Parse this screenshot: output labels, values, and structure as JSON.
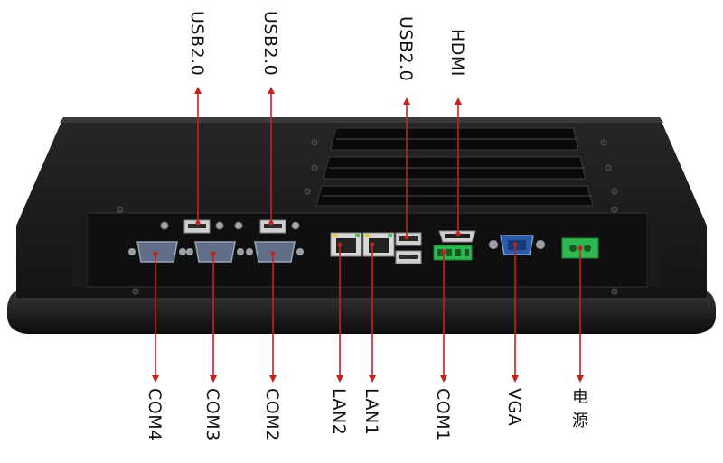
{
  "colors": {
    "accent_arrow": "#c2241c",
    "panel_body": "#1c1c1c",
    "vga_port": "#2a5aa8",
    "power_connector": "#2fb84f"
  },
  "labels_top": {
    "usb_left": "USB2.0",
    "usb_middle": "USB2.0",
    "usb_right": "USB2.0",
    "hdmi": "HDMI"
  },
  "labels_bottom": {
    "com4": "COM4",
    "com3": "COM3",
    "com2": "COM2",
    "lan2": "LAN2",
    "lan1": "LAN1",
    "com1": "COM1",
    "vga": "VGA",
    "power_char1": "电",
    "power_char2": "源"
  }
}
